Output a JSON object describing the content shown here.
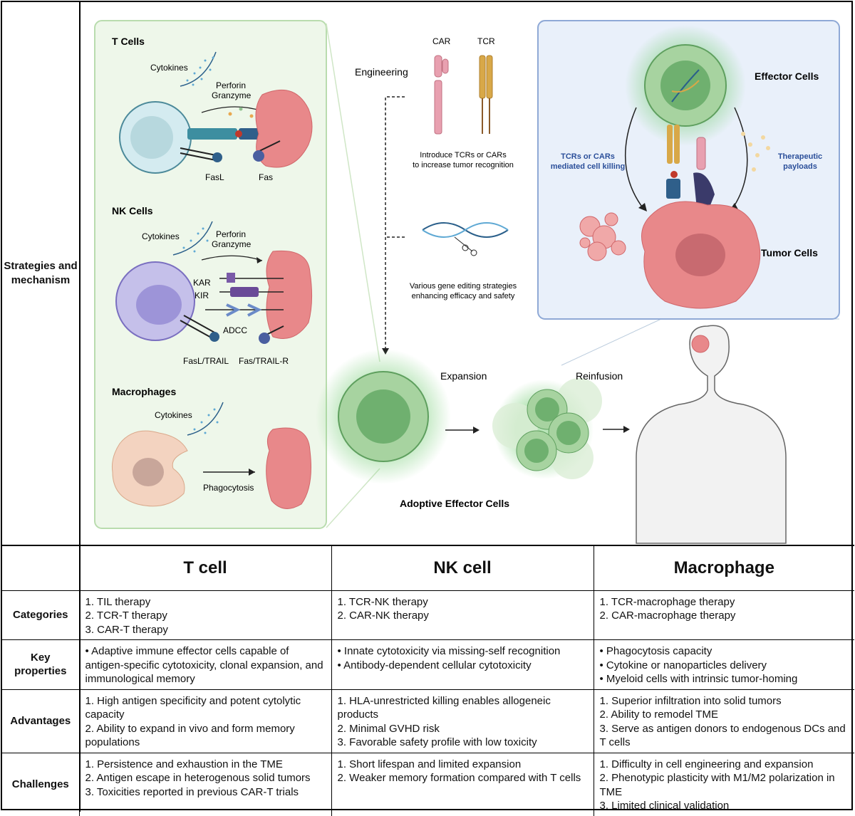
{
  "row_label_top": "Strategies and mechanism",
  "panel_tcells": {
    "title": "T Cells",
    "cytokines": "Cytokines",
    "perforin": "Perforin",
    "granzyme": "Granzyme",
    "fasl": "FasL",
    "fas": "Fas"
  },
  "panel_nk": {
    "title": "NK Cells",
    "cytokines": "Cytokines",
    "perforin": "Perforin",
    "granzyme": "Granzyme",
    "kar": "KAR",
    "kir": "KIR",
    "adcc": "ADCC",
    "fasl_trail": "FasL/TRAIL",
    "fas_trail_r": "Fas/TRAIL-R"
  },
  "panel_mac": {
    "title": "Macrophages",
    "cytokines": "Cytokines",
    "phagocytosis": "Phagocytosis"
  },
  "engineering": {
    "label": "Engineering",
    "car": "CAR",
    "tcr": "TCR",
    "intro_line1": "Introduce TCRs or CARs",
    "intro_line2": "to increase tumor recognition",
    "edit_line1": "Various gene editing strategies",
    "edit_line2": "enhancing efficacy and safety"
  },
  "flow": {
    "expansion": "Expansion",
    "reinfusion": "Reinfusion",
    "adoptive": "Adoptive Effector Cells"
  },
  "inset": {
    "effector": "Effector Cells",
    "tumor": "Tumor Cells",
    "tcr_car_line1": "TCRs or CARs",
    "tcr_car_line2": "mediated cell killing",
    "payload_line1": "Therapeutic",
    "payload_line2": "payloads"
  },
  "colors": {
    "panel_bg": "#eef7ea",
    "panel_border": "#b9dcae",
    "inset_bg": "#e9f0fa",
    "inset_border": "#8fa9d6",
    "tumor": "#e8888a",
    "effector_green": "#7fbf7f",
    "label_blue": "#2b4f9a"
  },
  "table": {
    "headers": [
      "T cell",
      "NK cell",
      "Macrophage"
    ],
    "rows": [
      {
        "label": "Categories",
        "cells": [
          [
            "1. TIL therapy",
            "2. TCR-T therapy",
            "3. CAR-T therapy"
          ],
          [
            "1. TCR-NK therapy",
            "2. CAR-NK therapy"
          ],
          [
            "1. TCR-macrophage therapy",
            "2. CAR-macrophage therapy"
          ]
        ]
      },
      {
        "label": "Key properties",
        "cells": [
          [
            "• Adaptive immune effector cells capable of antigen-specific cytotoxicity, clonal expansion, and immunological memory"
          ],
          [
            "• Innate cytotoxicity via missing-self recognition",
            "• Antibody-dependent cellular cytotoxicity"
          ],
          [
            "• Phagocytosis capacity",
            "• Cytokine or nanoparticles delivery",
            "• Myeloid cells with intrinsic tumor-homing"
          ]
        ]
      },
      {
        "label": "Advantages",
        "cells": [
          [
            "1. High antigen specificity and potent cytolytic capacity",
            "2. Ability to expand in vivo and form memory populations"
          ],
          [
            "1. HLA-unrestricted killing enables allogeneic products",
            "2. Minimal GVHD risk",
            "3. Favorable safety profile with low toxicity"
          ],
          [
            "1. Superior infiltration into solid tumors",
            "2. Ability to remodel TME",
            "3. Serve as antigen donors to endogenous DCs and T cells"
          ]
        ]
      },
      {
        "label": "Challenges",
        "cells": [
          [
            "1. Persistence and exhaustion in the TME",
            "2. Antigen escape in heterogenous solid tumors",
            "3. Toxicities reported in previous CAR-T trials"
          ],
          [
            "1. Short lifespan and limited expansion",
            "2. Weaker memory formation compared with T cells"
          ],
          [
            "1. Difficulty in cell engineering and expansion",
            "2. Phenotypic plasticity with M1/M2 polarization in TME",
            "3. Limited clinical validation"
          ]
        ]
      }
    ]
  }
}
